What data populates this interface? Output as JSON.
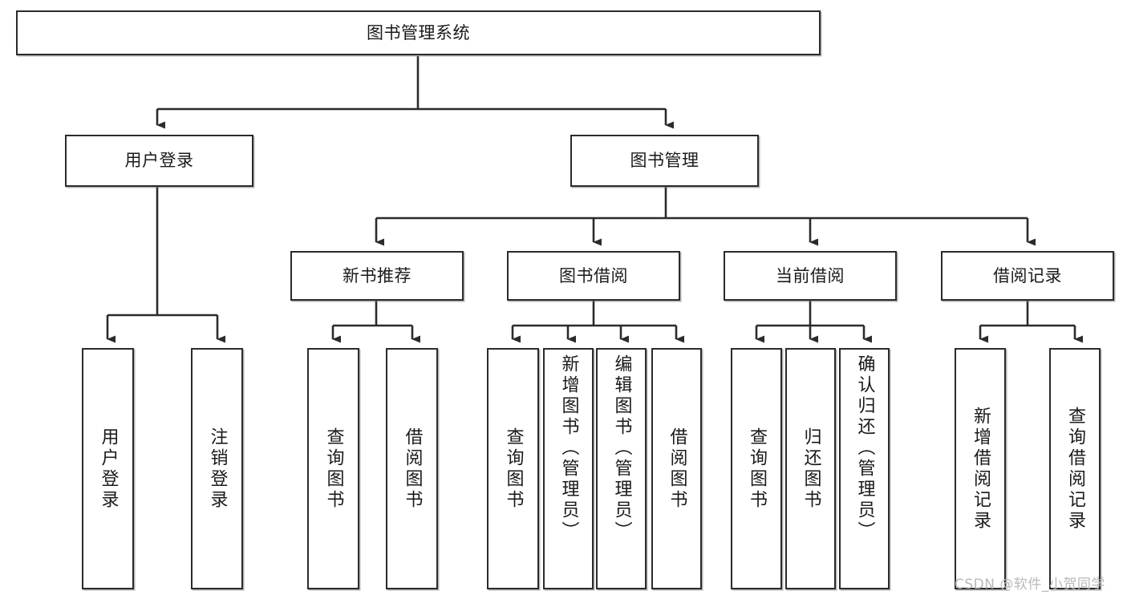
{
  "diagram": {
    "title": "图书管理系统",
    "watermark": "CSDN @软件_小贺同学",
    "colors": {
      "box_border": "#2b2b2b",
      "box_fill": "#ffffff",
      "edge": "#2b2b2b",
      "text": "#1a1a1a",
      "watermark": "#b9b9b9"
    },
    "levels": {
      "root": {
        "label": "图书管理系统"
      },
      "level2": [
        {
          "id": "user-login",
          "label": "用户登录"
        },
        {
          "id": "book-management",
          "label": "图书管理"
        }
      ],
      "level3": [
        {
          "id": "new-book-recommend",
          "label": "新书推荐"
        },
        {
          "id": "book-borrow",
          "label": "图书借阅"
        },
        {
          "id": "current-borrow",
          "label": "当前借阅"
        },
        {
          "id": "borrow-record",
          "label": "借阅记录"
        }
      ],
      "leaves": {
        "user_login": [
          {
            "id": "leaf-user-login",
            "label": "用户登录"
          },
          {
            "id": "leaf-logout-login",
            "label": "注销登录"
          }
        ],
        "new_book_recommend": [
          {
            "id": "leaf-query-book-1",
            "label": "查询图书"
          },
          {
            "id": "leaf-borrow-book-1",
            "label": "借阅图书"
          }
        ],
        "book_borrow": [
          {
            "id": "leaf-query-book-2",
            "label": "查询图书"
          },
          {
            "id": "leaf-add-book",
            "label": "新增图书（管理员）"
          },
          {
            "id": "leaf-edit-book",
            "label": "编辑图书（管理员）"
          },
          {
            "id": "leaf-borrow-book-2",
            "label": "借阅图书"
          }
        ],
        "current_borrow": [
          {
            "id": "leaf-query-book-3",
            "label": "查询图书"
          },
          {
            "id": "leaf-return-book",
            "label": "归还图书"
          },
          {
            "id": "leaf-confirm-return",
            "label": "确认归还（管理员）"
          }
        ],
        "borrow_record": [
          {
            "id": "leaf-add-record",
            "label": "新增借阅记录"
          },
          {
            "id": "leaf-query-record",
            "label": "查询借阅记录"
          }
        ]
      }
    }
  }
}
